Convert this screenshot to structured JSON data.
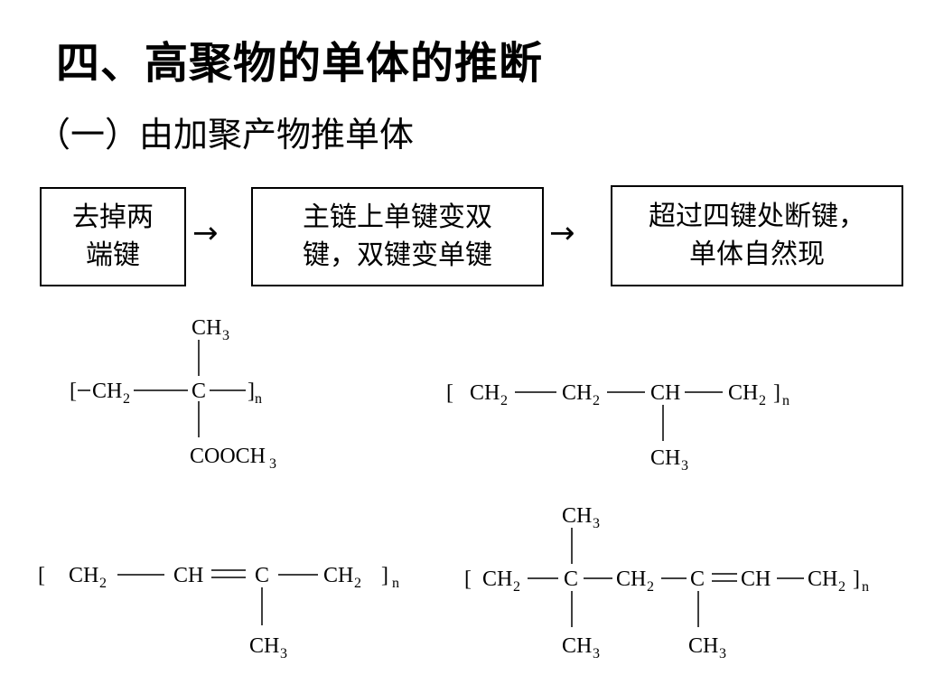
{
  "title": "四、高聚物的单体的推断",
  "subtitle": "（一）由加聚产物推单体",
  "steps": [
    {
      "line1": "去掉两",
      "line2": "端键"
    },
    {
      "line1": "主链上单键变双",
      "line2": "键，双键变单键"
    },
    {
      "line1": "超过四键处断键，",
      "line2": "单体自然现"
    }
  ],
  "arrow_glyph": "→",
  "structures": {
    "s1": {
      "bracket_open": "[",
      "bracket_close": "]",
      "ch2": "CH",
      "two": "2",
      "c": "C",
      "ch": "CH",
      "three": "3",
      "cooch": "COOCH",
      "n": "n"
    },
    "s2": {
      "bracket_open": "[",
      "bracket_close": "]",
      "ch2": "CH",
      "two": "2",
      "ch": "CH",
      "three": "3",
      "n": "n"
    },
    "s3": {
      "bracket_open": "[",
      "bracket_close": "]",
      "ch2": "CH",
      "two": "2",
      "ch": "CH",
      "c": "C",
      "three": "3",
      "n": "n"
    },
    "s4": {
      "bracket_open": "[",
      "bracket_close": "]",
      "ch2": "CH",
      "two": "2",
      "c": "C",
      "ch": "CH",
      "three": "3",
      "n": "n"
    }
  }
}
